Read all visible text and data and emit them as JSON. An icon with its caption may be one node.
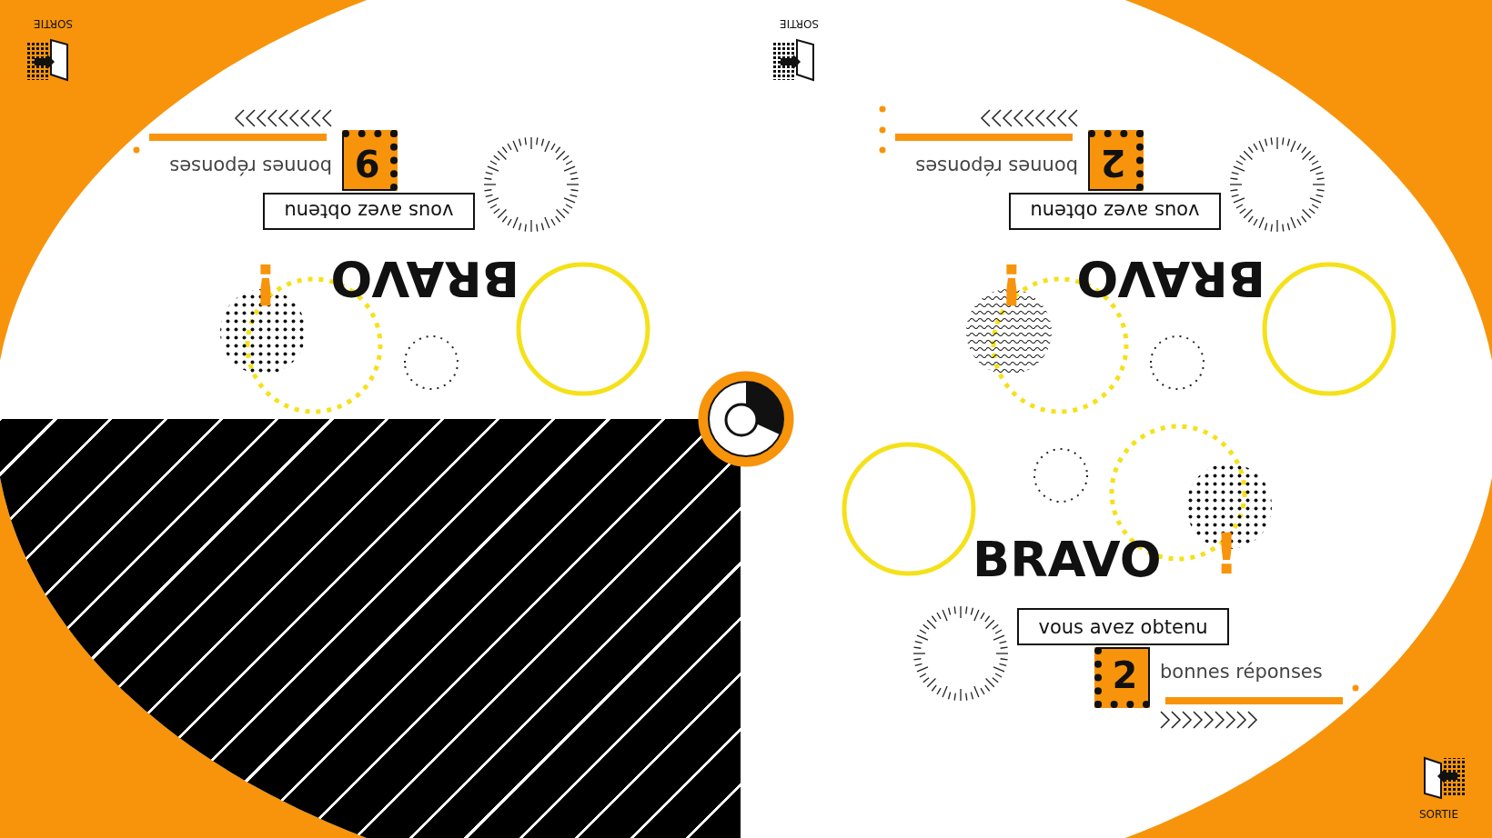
{
  "diagram": {
    "nodes": [
      {
        "text": [
          "vous avez obtenu"
        ]
      },
      {
        "text": [
          "9"
        ]
      },
      {
        "text": [
          "vous avez obtenu"
        ]
      },
      {
        "text": [
          "2"
        ]
      },
      {
        "text": [
          "vous avez obtenu"
        ]
      },
      {
        "text": [
          "2"
        ]
      }
    ],
    "labels": [
      "SORTIE",
      "bonnes réponses",
      "BRAVO",
      "!",
      "SORTIE",
      "bonnes réponses",
      "BRAVO",
      "!",
      "SORTIE",
      "bonnes réponses",
      "BRAVO",
      "!"
    ]
  }
}
